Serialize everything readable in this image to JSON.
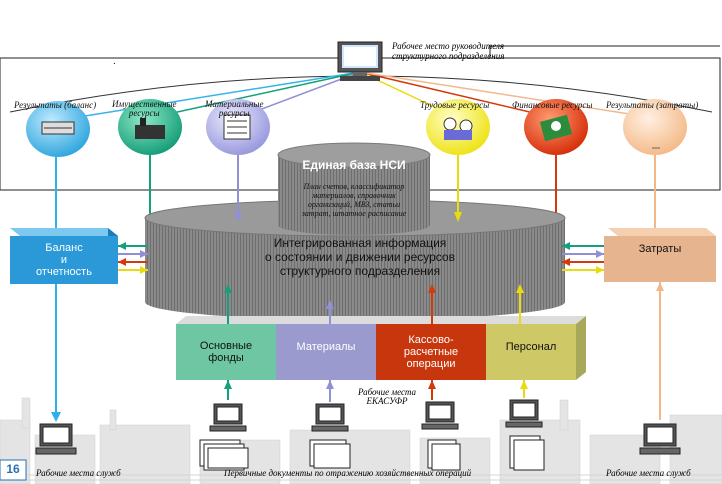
{
  "top": {
    "manager_label": "Рабочее место руководителя\nструктурного подразделения"
  },
  "categories": [
    {
      "label": "Результаты (баланс)",
      "color": "#42b8e8"
    },
    {
      "label": "Имущественные\nресурсы",
      "color": "#1aab88"
    },
    {
      "label": "Материальные\nресурсы",
      "color": "#a9a9e4"
    },
    {
      "label": "Трудовые ресурсы",
      "color": "#f4ec2a"
    },
    {
      "label": "Финансовые ресурсы",
      "color": "#e0401a"
    },
    {
      "label": "Результаты (затраты)",
      "color": "#f8c89e"
    }
  ],
  "nsi": {
    "title": "Единая база НСИ",
    "text": "План счетов, классификатор\nматериалов, справочник\nорганизаций, МВЗ, статьи\nзатрат, штатное расписание"
  },
  "center": {
    "text": "Интегрированная информация\nо состоянии и движении ресурсов\nструктурного подразделения"
  },
  "left_box": "Баланс\nи\nотчетность",
  "right_box": "Затраты",
  "modules": [
    {
      "label": "Основные\nфонды",
      "color": "#6ec7a2"
    },
    {
      "label": "Материалы",
      "color": "#9a9acf"
    },
    {
      "label": "Кассово-\nрасчетные\nоперации",
      "color": "#c8360e"
    },
    {
      "label": "Персонал",
      "color": "#cfc867"
    }
  ],
  "labels": {
    "ekasufr": "Рабочие места\nЕКАСУФР",
    "services_left": "Рабочие места служб",
    "services_right": "Рабочие места служб",
    "primary_docs": "Первичные документы по отражению хозяйственных операций",
    "page_number": "16",
    "dot": "."
  }
}
